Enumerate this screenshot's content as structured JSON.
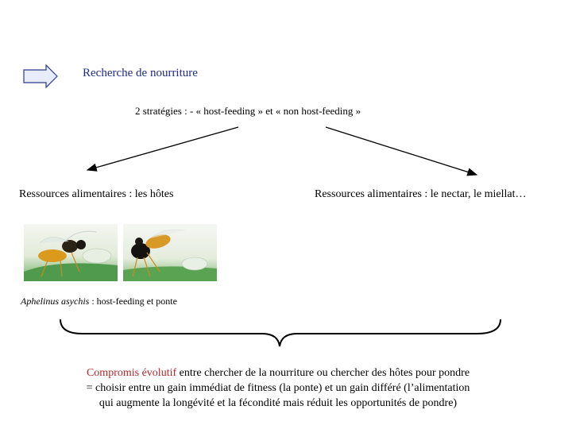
{
  "title": "Recherche de nourriture",
  "strategies": "2 stratégies : - « host-feeding » et « non host-feeding »",
  "resources_left": "Ressources alimentaires : les hôtes",
  "resources_right": "Ressources alimentaires : le nectar, le miellat…",
  "caption": {
    "species": "Aphelinus asychis",
    "text": " : host-feeding et ponte"
  },
  "conclusion": {
    "highlight": "Compromis évolutif",
    "line1_rest": " entre chercher de la nourriture ou chercher des hôtes pour pondre",
    "line2": "= choisir entre un gain immédiat de fitness (la ponte) et un gain différé (l’alimentation",
    "line3": "qui augmente la longévité et la fécondité mais réduit les opportunités de pondre)"
  },
  "colors": {
    "title": "#1f2a8a",
    "highlight": "#b3262a",
    "arrow_fill": "#e8ecf8",
    "arrow_stroke": "#2a3a8c"
  },
  "photos": [
    {
      "name": "aphelinus-host-feeding-photo"
    },
    {
      "name": "aphelinus-oviposition-photo"
    }
  ]
}
